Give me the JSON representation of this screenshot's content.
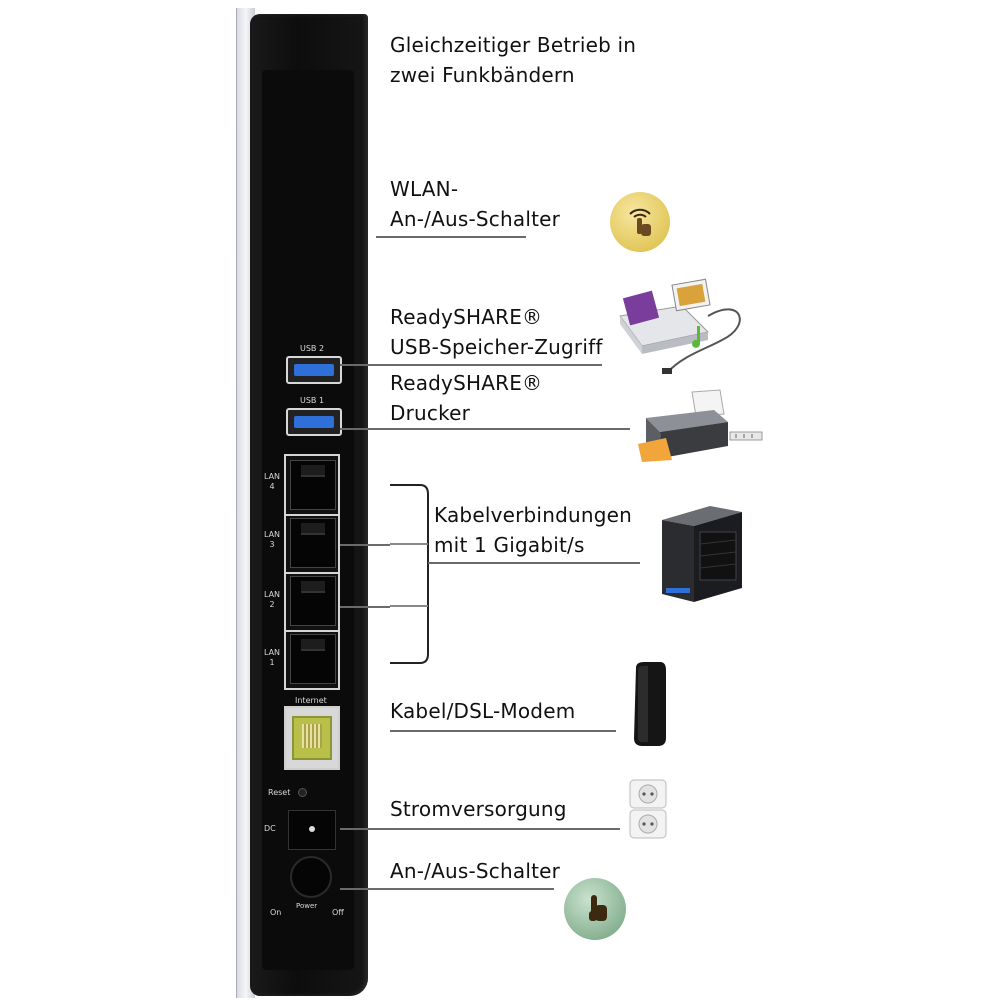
{
  "router": {
    "usb2_label": "USB 2",
    "usb1_label": "USB 1",
    "lan4_label": "LAN 4",
    "lan3_label": "LAN 3",
    "lan2_label": "LAN 2",
    "lan1_label": "LAN 1",
    "internet_label": "Internet",
    "reset_label": "Reset",
    "dc_label": "DC",
    "power_label": "Power",
    "on_label": "On",
    "off_label": "Off"
  },
  "callouts": {
    "dual_band_line1": "Gleichzeitiger Betrieb in",
    "dual_band_line2": "zwei Funkbändern",
    "wlan_line1": "WLAN-",
    "wlan_line2": "An-/Aus-Schalter",
    "readyshare_usb_line1": "ReadySHARE®",
    "readyshare_usb_line2": "USB-Speicher-Zugriff",
    "readyshare_printer_line1": "ReadySHARE®",
    "readyshare_printer_line2": "Drucker",
    "gigabit_line1": "Kabelverbindungen",
    "gigabit_line2": "mit 1 Gigabit/s",
    "modem": "Kabel/DSL-Modem",
    "power_supply": "Stromversorgung",
    "onoff": "An-/Aus-Schalter"
  },
  "icons": {
    "wlan_switch": "wireless-touch-icon",
    "usb_storage": "usb-storage-icon",
    "printer": "printer-icon",
    "nas": "nas-storage-icon",
    "modem": "modem-icon",
    "power_outlet": "power-outlet-icon",
    "power_switch": "touch-button-icon"
  },
  "colors": {
    "usb_blue": "#2f6fd9",
    "internet_port": "#b8c04a",
    "wlan_circle": "#e6cc5a",
    "power_circle": "#7fb08a"
  }
}
